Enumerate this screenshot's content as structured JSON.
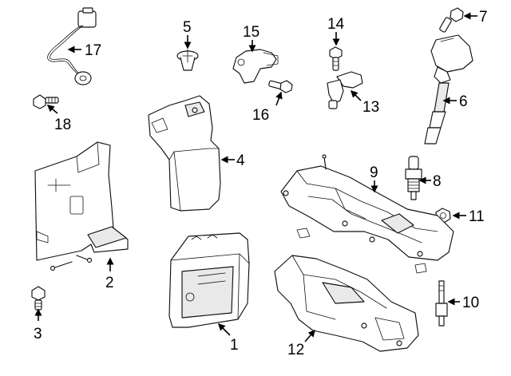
{
  "diagram": {
    "callouts": [
      {
        "key": "c1",
        "label": "1"
      },
      {
        "key": "c2",
        "label": "2"
      },
      {
        "key": "c3",
        "label": "3"
      },
      {
        "key": "c4",
        "label": "4"
      },
      {
        "key": "c5",
        "label": "5"
      },
      {
        "key": "c6",
        "label": "6"
      },
      {
        "key": "c7",
        "label": "7"
      },
      {
        "key": "c8",
        "label": "8"
      },
      {
        "key": "c9",
        "label": "9"
      },
      {
        "key": "c10",
        "label": "10"
      },
      {
        "key": "c11",
        "label": "11"
      },
      {
        "key": "c12",
        "label": "12"
      },
      {
        "key": "c13",
        "label": "13"
      },
      {
        "key": "c14",
        "label": "14"
      },
      {
        "key": "c15",
        "label": "15"
      },
      {
        "key": "c16",
        "label": "16"
      },
      {
        "key": "c17",
        "label": "17"
      },
      {
        "key": "c18",
        "label": "18"
      }
    ],
    "colors": {
      "line": "#111111",
      "background": "#ffffff",
      "shade": "#e9e9e9"
    }
  }
}
